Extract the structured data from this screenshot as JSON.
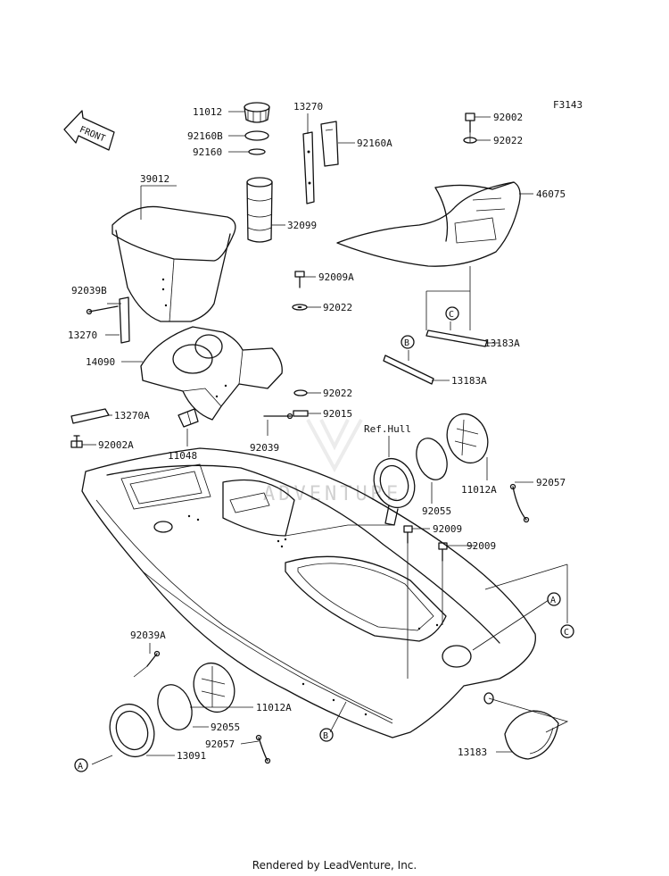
{
  "figure_code": "F3143",
  "direction_label": "FRONT",
  "watermark_text": "ADVENTURE",
  "footer": "Rendered by LeadVenture, Inc.",
  "callouts": {
    "c_a": "A",
    "c_b": "B",
    "c_c": "C"
  },
  "parts": [
    {
      "id": "11012",
      "label": "11012"
    },
    {
      "id": "13270_top",
      "label": "13270"
    },
    {
      "id": "92160B",
      "label": "92160B"
    },
    {
      "id": "92160A",
      "label": "92160A"
    },
    {
      "id": "92160",
      "label": "92160"
    },
    {
      "id": "39012",
      "label": "39012"
    },
    {
      "id": "32099",
      "label": "32099"
    },
    {
      "id": "92039B",
      "label": "92039B"
    },
    {
      "id": "13270_side",
      "label": "13270"
    },
    {
      "id": "92009A",
      "label": "92009A"
    },
    {
      "id": "92022_a",
      "label": "92022"
    },
    {
      "id": "14090",
      "label": "14090"
    },
    {
      "id": "92022_b",
      "label": "92022"
    },
    {
      "id": "92015",
      "label": "92015"
    },
    {
      "id": "13270A",
      "label": "13270A"
    },
    {
      "id": "92002A",
      "label": "92002A"
    },
    {
      "id": "11048",
      "label": "11048"
    },
    {
      "id": "92039",
      "label": "92039"
    },
    {
      "id": "92002",
      "label": "92002"
    },
    {
      "id": "92022_c",
      "label": "92022"
    },
    {
      "id": "46075",
      "label": "46075"
    },
    {
      "id": "13183A_a",
      "label": "13183A"
    },
    {
      "id": "13183A_b",
      "label": "13183A"
    },
    {
      "id": "RefHull",
      "label": "Ref.Hull"
    },
    {
      "id": "11012A_r",
      "label": "11012A"
    },
    {
      "id": "92057_r",
      "label": "92057"
    },
    {
      "id": "92055_r",
      "label": "92055"
    },
    {
      "id": "92009_a",
      "label": "92009"
    },
    {
      "id": "92009_b",
      "label": "92009"
    },
    {
      "id": "92039A",
      "label": "92039A"
    },
    {
      "id": "11012A_l",
      "label": "11012A"
    },
    {
      "id": "92055_l",
      "label": "92055"
    },
    {
      "id": "92057_l",
      "label": "92057"
    },
    {
      "id": "13091",
      "label": "13091"
    },
    {
      "id": "13183",
      "label": "13183"
    }
  ]
}
